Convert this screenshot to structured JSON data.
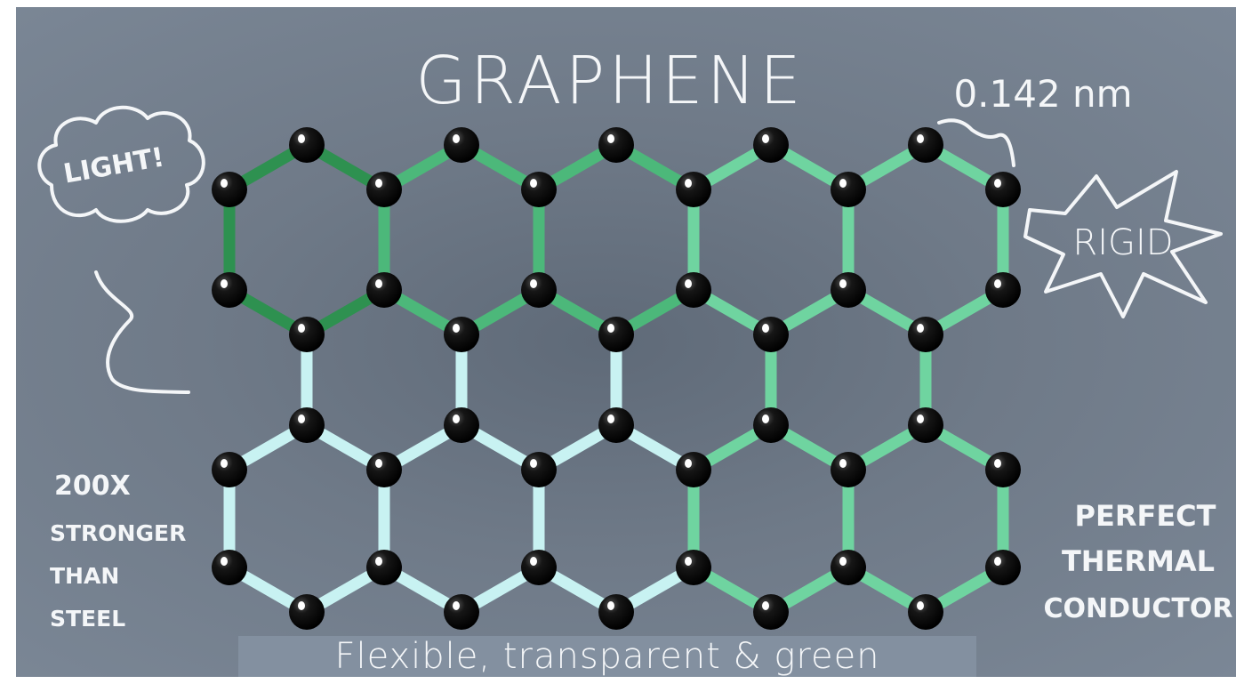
{
  "title": "GRAPHENE",
  "bond_length_label": "0.142 nm",
  "labels": {
    "light": "LIGHT!",
    "rigid": "RIGID",
    "strength": [
      "200X",
      "STRONGER",
      "THAN",
      "STEEL"
    ],
    "thermal": [
      "PERFECT",
      "THERMAL",
      "CONDUCTOR"
    ]
  },
  "caption": "Flexible, transparent & green",
  "colors": {
    "background": "#6f7a88",
    "chalk": "#f4f6f8",
    "bond_dark_green": "#2e9150",
    "bond_medium_green": "#4cb87a",
    "bond_light_green": "#6fd4a0",
    "bond_pale_cyan": "#c8f2f2",
    "atom": "#0c0c0c"
  },
  "lattice": {
    "structure": "hexagonal honeycomb",
    "rows": 2,
    "hexagons_per_row": 5,
    "atom_icon": "carbon-atom-icon"
  }
}
